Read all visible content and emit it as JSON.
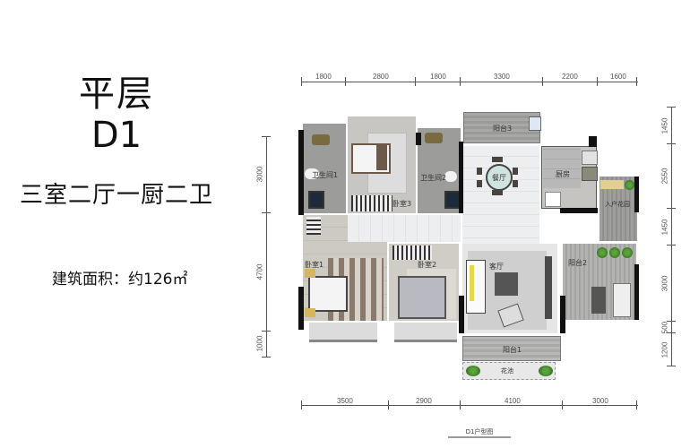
{
  "title": {
    "type_label": "平层",
    "unit_code": "D1",
    "layout": "三室二厅一厨二卫",
    "area_label": "建筑面积：约126㎡"
  },
  "plan": {
    "caption": "D1户型图",
    "top_dimensions": [
      "1800",
      "2800",
      "1800",
      "3300",
      "2200",
      "1600"
    ],
    "bottom_dimensions": [
      "3500",
      "2900",
      "4100",
      "3000"
    ],
    "left_dimensions": [
      "3000",
      "4700",
      "1000"
    ],
    "right_dimensions": [
      "1450",
      "2550",
      "1450",
      "3000",
      "500",
      "1200"
    ],
    "rooms": {
      "bathroom1": "卫生间1",
      "bathroom2": "卫生间2",
      "bedroom1": "卧室1",
      "bedroom2": "卧室2",
      "bedroom3": "卧室3",
      "balcony1": "阳台1",
      "balcony2": "阳台2",
      "balcony3": "阳台3",
      "dining": "餐厅",
      "living": "客厅",
      "kitchen": "厨房",
      "entry_garden": "入户花园",
      "planter": "花池"
    }
  }
}
